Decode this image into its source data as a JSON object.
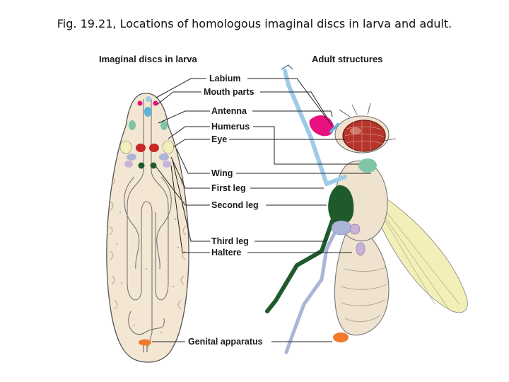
{
  "title": "Fig. 19.21, Locations of homologous imaginal discs in larva and adult.",
  "headers": {
    "left": "Imaginal discs in larva",
    "right": "Adult structures"
  },
  "labels": {
    "labium": "Labium",
    "mouth_parts": "Mouth parts",
    "antenna": "Antenna",
    "humerus": "Humerus",
    "eye": "Eye",
    "wing": "Wing",
    "first_leg": "First leg",
    "second_leg": "Second leg",
    "third_leg": "Third leg",
    "haltere": "Haltere",
    "genital": "Genital apparatus"
  },
  "colors": {
    "labium": "#9ecbe8",
    "mouth_parts": "#e8117f",
    "antenna": "#e8117f",
    "humerus": "#f4f0c0",
    "eye": "#c62828",
    "wing": "#f2efb8",
    "first_leg": "#8fc7d8",
    "second_leg": "#1f5a2c",
    "third_leg": "#aab5d8",
    "haltere": "#c7b3d8",
    "genital": "#f07a2a",
    "body": "#efe3cf",
    "thorax_green": "#7fc6a6"
  }
}
